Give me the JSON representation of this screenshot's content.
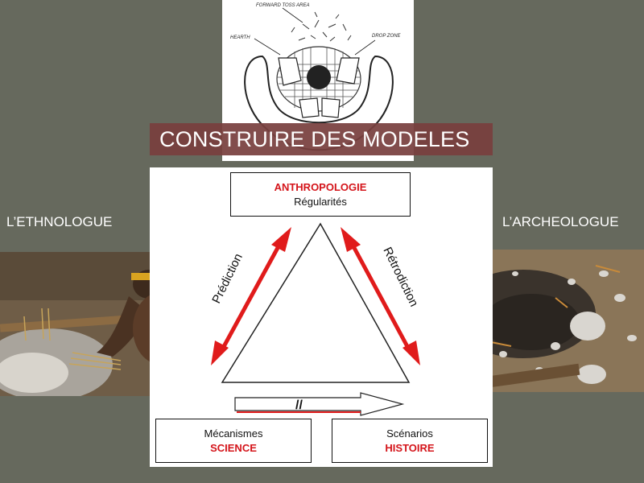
{
  "title": "CONSTRUIRE DES MODELES",
  "sketch_labels": {
    "forward_toss_area": "FORWARD TOSS AREA",
    "hearth": "HEARTH",
    "drop_zone": "DROP ZONE"
  },
  "left_title": "L’ETHNOLOGUE",
  "right_title": "L’ARCHEOLOGUE",
  "top_box": {
    "accent": "ANTHROPOLOGIE",
    "text": "Régularités"
  },
  "left_box": {
    "text": "Mécanismes",
    "accent": "SCIENCE"
  },
  "right_box": {
    "text": "Scénarios",
    "accent": "HISTOIRE"
  },
  "left_arrow_label": "Prédiction",
  "right_arrow_label": "Rétrodiction",
  "bottom_arrow_label": "//",
  "colors": {
    "accent": "#d4141a",
    "band": "#78403e",
    "background": "#66695d"
  }
}
